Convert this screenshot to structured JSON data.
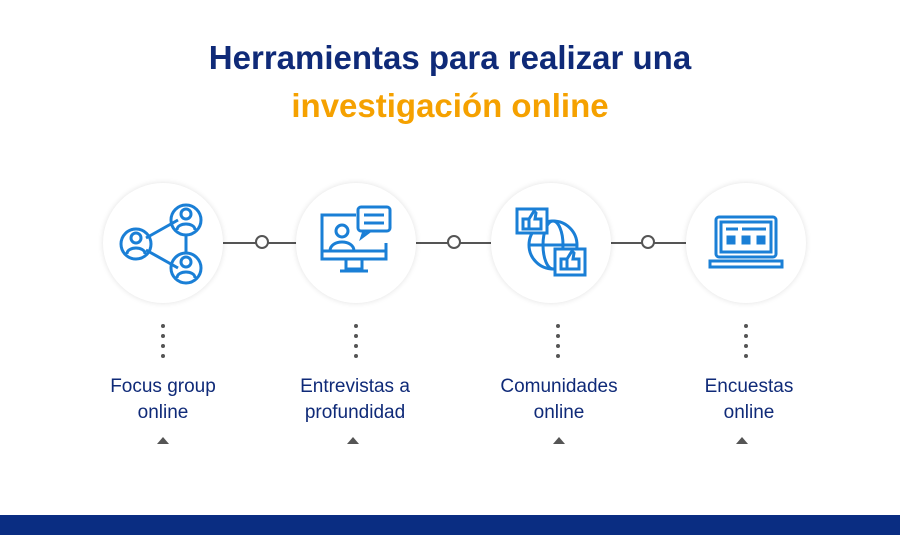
{
  "title": {
    "line1": "Herramientas para realizar una",
    "line2": "investigación online"
  },
  "colors": {
    "navy": "#0f2a78",
    "orange": "#f5a100",
    "icon_blue": "#1a7fd6"
  },
  "steps": [
    {
      "label_line1": "Focus group",
      "label_line2": "online",
      "icon": "people-network-icon"
    },
    {
      "label_line1": "Entrevistas a",
      "label_line2": "profundidad",
      "icon": "video-interview-icon"
    },
    {
      "label_line1": "Comunidades",
      "label_line2": "online",
      "icon": "globe-likes-icon"
    },
    {
      "label_line1": "Encuestas",
      "label_line2": "online",
      "icon": "laptop-survey-icon"
    }
  ]
}
